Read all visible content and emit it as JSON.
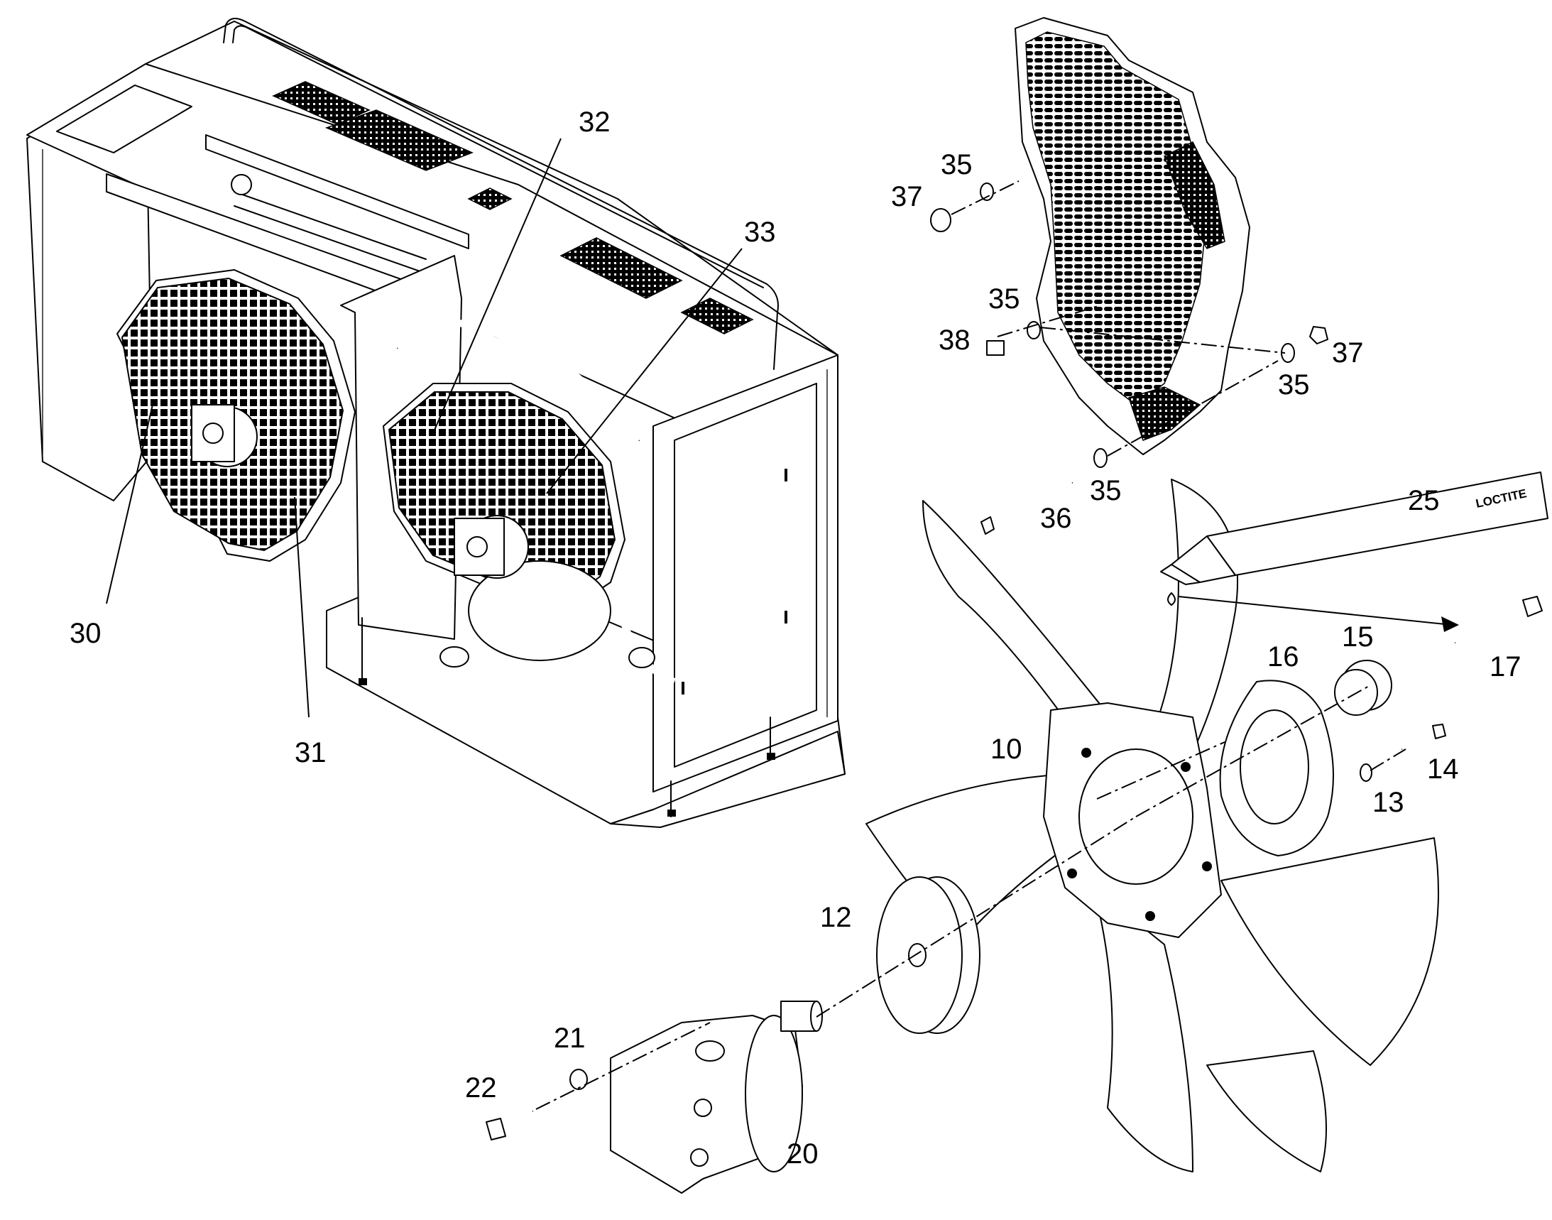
{
  "diagram": {
    "tube_label": "LOCTITE",
    "callouts": [
      {
        "id": "c32",
        "text": "32"
      },
      {
        "id": "c33",
        "text": "33"
      },
      {
        "id": "c30",
        "text": "30"
      },
      {
        "id": "c31",
        "text": "31"
      },
      {
        "id": "c35a",
        "text": "35"
      },
      {
        "id": "c37a",
        "text": "37"
      },
      {
        "id": "c35b",
        "text": "35"
      },
      {
        "id": "c38",
        "text": "38"
      },
      {
        "id": "c37b",
        "text": "37"
      },
      {
        "id": "c35c",
        "text": "35"
      },
      {
        "id": "c35d",
        "text": "35"
      },
      {
        "id": "c36",
        "text": "36"
      },
      {
        "id": "c25",
        "text": "25"
      },
      {
        "id": "c15",
        "text": "15"
      },
      {
        "id": "c16",
        "text": "16"
      },
      {
        "id": "c17",
        "text": "17"
      },
      {
        "id": "c10",
        "text": "10"
      },
      {
        "id": "c14",
        "text": "14"
      },
      {
        "id": "c13",
        "text": "13"
      },
      {
        "id": "c12",
        "text": "12"
      },
      {
        "id": "c21",
        "text": "21"
      },
      {
        "id": "c22",
        "text": "22"
      },
      {
        "id": "c20",
        "text": "20"
      }
    ]
  }
}
